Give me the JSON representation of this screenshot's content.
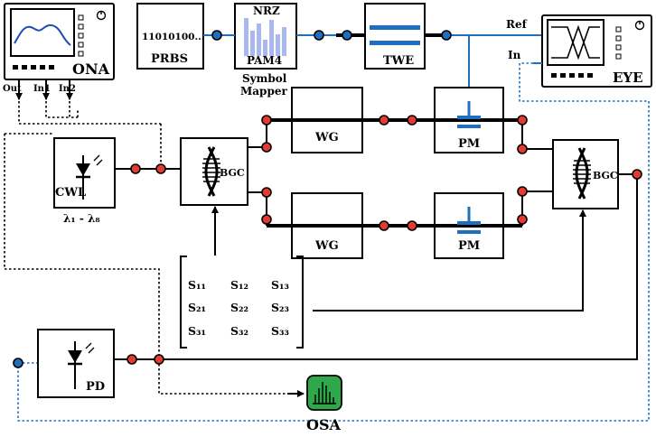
{
  "labels": {
    "ona": "ONA",
    "out": "Out",
    "in1": "In1",
    "in2": "In2",
    "prbs_bits": "11010100...",
    "prbs": "PRBS",
    "nrz": "NRZ",
    "pam4": "PAM4",
    "symbol": "Symbol",
    "mapper": "Mapper",
    "twe": "TWE",
    "ref": "Ref",
    "in": "In",
    "eye": "EYE",
    "cwl": "CWL",
    "lambda": "λ₁ - λ₈",
    "bgc": "BGC",
    "wg": "WG",
    "pm": "PM",
    "pd": "PD",
    "osa": "OSA"
  },
  "matrix": [
    [
      "S₁₁",
      "S₁₂",
      "S₁₃"
    ],
    [
      "S₂₁",
      "S₂₂",
      "S₂₃"
    ],
    [
      "S₃₁",
      "S₃₂",
      "S₃₃"
    ]
  ],
  "colors": {
    "optical_connector": "#e53a2f",
    "electrical_connector": "#1f6fbf",
    "osa_green": "#2ea84a",
    "pam4_bars": "#a9b8ee"
  }
}
